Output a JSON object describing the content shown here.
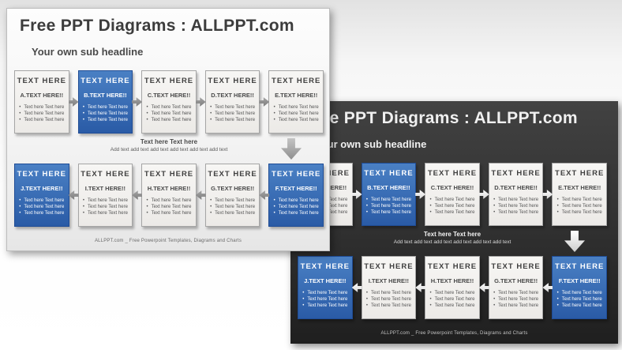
{
  "content": {
    "title": "Free PPT Diagrams : ALLPPT.com",
    "subtitle": "Your own sub headline",
    "box_header": "TEXT HERE",
    "bullet_lines": [
      "Text here Text here",
      "Text here Text here",
      "Text here Text here"
    ],
    "middle_line1": "Text here Text here",
    "middle_line2": "Add text add text add text add text add text add text",
    "footer": "ALLPPT.com _ Free Powerpoint Templates, Diagrams and Charts",
    "rows": [
      {
        "direction": "right",
        "boxes": [
          {
            "sub": "A.TEXT HERE!!",
            "variant": "light"
          },
          {
            "sub": "B.TEXT HERE!!",
            "variant": "blue"
          },
          {
            "sub": "C.TEXT HERE!!",
            "variant": "light"
          },
          {
            "sub": "D.TEXT HERE!!",
            "variant": "light"
          },
          {
            "sub": "E.TEXT HERE!!",
            "variant": "light"
          }
        ]
      },
      {
        "direction": "left",
        "boxes": [
          {
            "sub": "J.TEXT HERE!!",
            "variant": "blue"
          },
          {
            "sub": "I.TEXT HERE!!",
            "variant": "light"
          },
          {
            "sub": "H.TEXT HERE!!",
            "variant": "light"
          },
          {
            "sub": "G.TEXT HERE!!",
            "variant": "light"
          },
          {
            "sub": "F.TEXT HERE!!",
            "variant": "blue"
          }
        ]
      }
    ]
  },
  "slides": [
    {
      "theme": "light"
    },
    {
      "theme": "dark"
    }
  ],
  "colors": {
    "blue_top": "#4a80c4",
    "blue_bottom": "#2a5ba6",
    "light_slide_bg": "#f3f3f3",
    "dark_slide_bg": "#2e2e2e",
    "arrow_gray": "#8d8d8d",
    "arrow_white": "#ececec"
  }
}
